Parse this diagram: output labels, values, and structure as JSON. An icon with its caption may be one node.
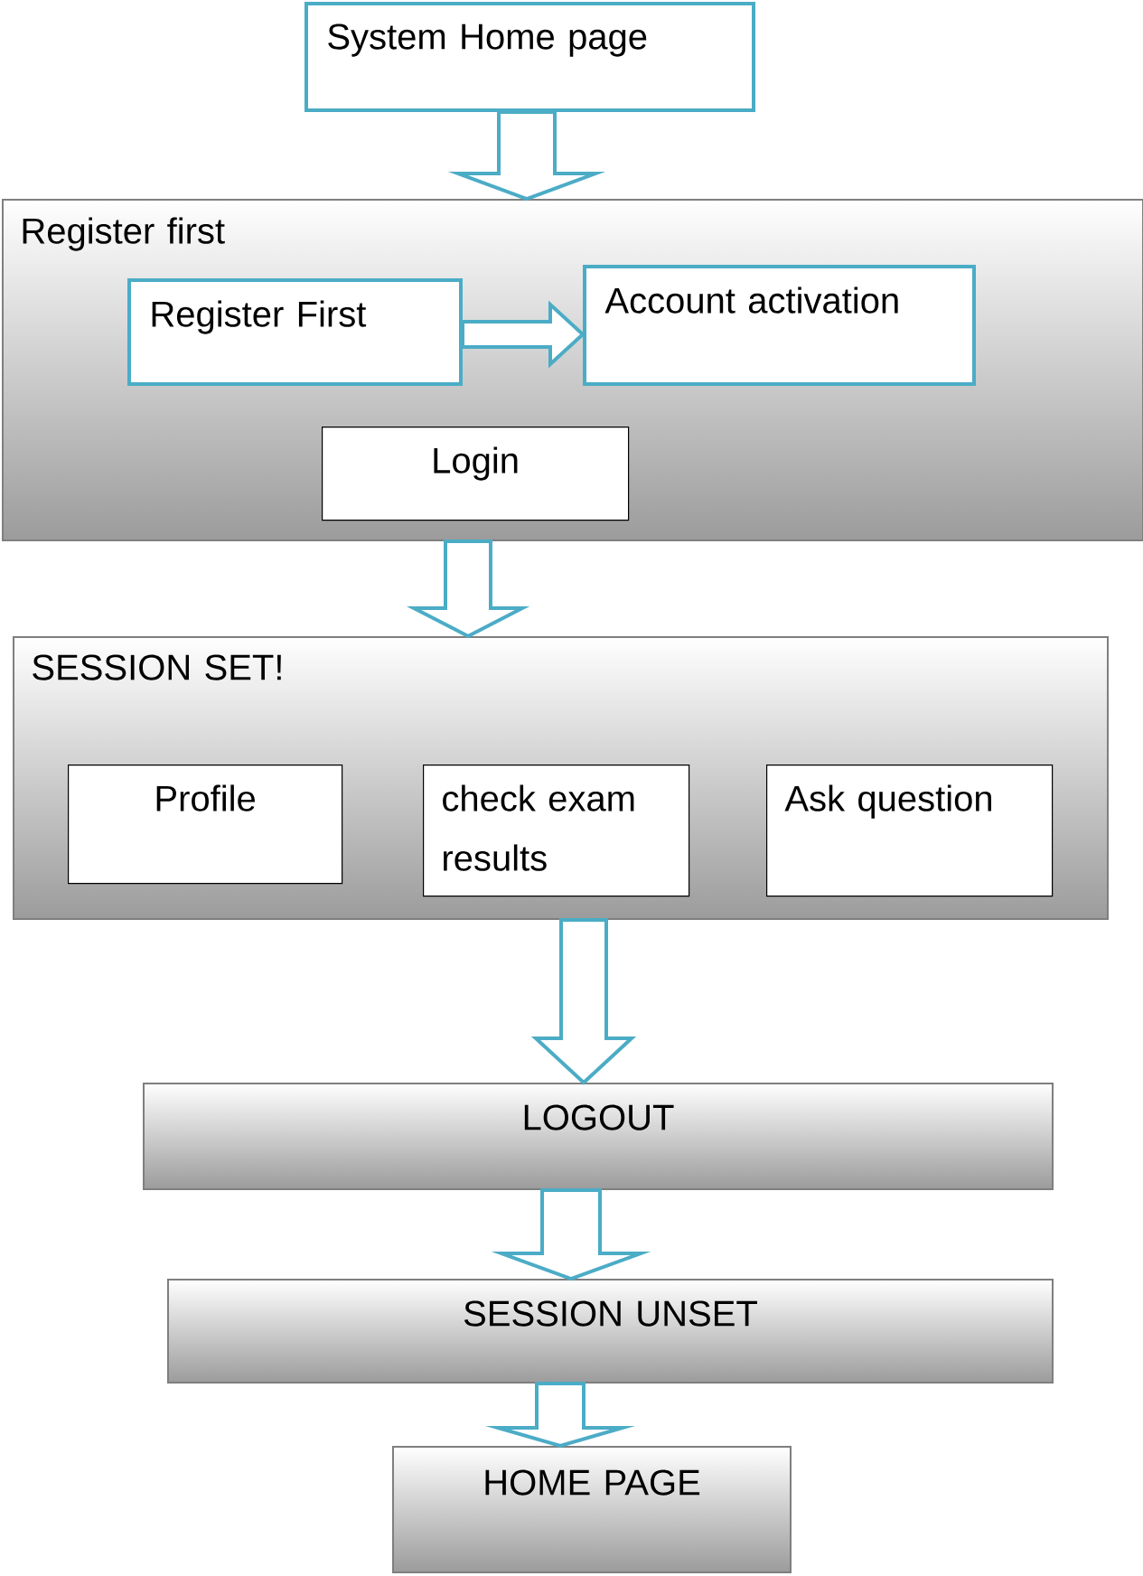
{
  "diagram": {
    "nodes": [
      {
        "text": [
          "System Home page"
        ]
      },
      {
        "text": [
          "Register first"
        ]
      },
      {
        "text": [
          "Register First"
        ],
        "in": 1
      },
      {
        "text": [
          "Account activation"
        ],
        "in": 1
      },
      {
        "text": [
          "Login"
        ],
        "in": 1
      },
      {
        "text": [
          "SESSION SET!"
        ]
      },
      {
        "text": [
          "Profile"
        ],
        "in": 5
      },
      {
        "text": [
          "check exam results"
        ],
        "in": 5
      },
      {
        "text": [
          "Ask question"
        ],
        "in": 5
      },
      {
        "text": [
          "LOGOUT"
        ]
      },
      {
        "text": [
          "SESSION UNSET"
        ]
      },
      {
        "text": [
          "HOME PAGE"
        ]
      }
    ],
    "edges": [
      {
        "from": 0,
        "to": 1,
        "arrow": "to"
      },
      {
        "from": 2,
        "to": 3,
        "arrow": "to"
      },
      {
        "from": 1,
        "to": 5,
        "arrow": "to"
      },
      {
        "from": 5,
        "to": 9,
        "arrow": "to"
      },
      {
        "from": 9,
        "to": 10,
        "arrow": "to"
      },
      {
        "from": 10,
        "to": 11,
        "arrow": "to"
      }
    ]
  }
}
